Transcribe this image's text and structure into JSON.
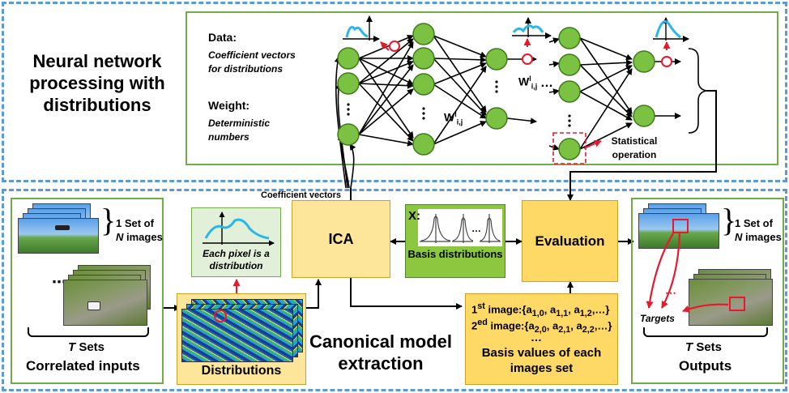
{
  "nn_section": {
    "title": "Neural network processing with distributions",
    "data_label": "Data:",
    "data_desc": "Coefficient vectors for distributions",
    "weight_label": "Weight:",
    "weight_desc": "Deterministic numbers",
    "w_ij": "W",
    "w_ij_sub": "i,j",
    "w_ij_sup": "l",
    "w_i0": "W",
    "w_i0_sub": "i,j",
    "w_i0_sup": "l",
    "stat_op": "Statistical operation",
    "dots": "…"
  },
  "canonical": {
    "title": "Canonical model extraction",
    "coef_label": "Coefficient vectors",
    "pixel_text": "Each pixel is a distribution",
    "distributions_label": "Distributions",
    "ica_label": "ICA",
    "basis_x": "X:",
    "basis_label": "Basis distributions",
    "evaluation_label": "Evaluation",
    "basis_values_line1_pre": "1",
    "basis_values_line1_sup": "st",
    "basis_values_line1": " image:{a",
    "basis_values_line2_pre": "2",
    "basis_values_line2_sup": "ed",
    "basis_values_line2": " image:{a",
    "basis_values_line1_full": "1st image:{a1,0, a1,1, a1,2,…}",
    "basis_values_line2_full": "2ed image:{a2,0, a2,1, a2,2,…}",
    "basis_values_dots": "…",
    "basis_values_title": "Basis values of each images set"
  },
  "inputs": {
    "set_label_1": "1 Set of",
    "set_label_2": "N images",
    "t_sets": "T Sets",
    "caption": "Correlated inputs",
    "dots": "⋮"
  },
  "outputs": {
    "set_label_1": "1 Set of",
    "set_label_2": "N images",
    "targets": "Targets",
    "t_sets": "T Sets",
    "caption": "Outputs"
  },
  "colors": {
    "dashed_border": "#5b9bd5",
    "green_border": "#70ad47",
    "neuron": "#7cc242",
    "yellow_box": "#fde59a",
    "evaluation_box": "#ffd966",
    "basis_box": "#8dc63f",
    "red": "#e8192c",
    "curve": "#29b6e8"
  }
}
